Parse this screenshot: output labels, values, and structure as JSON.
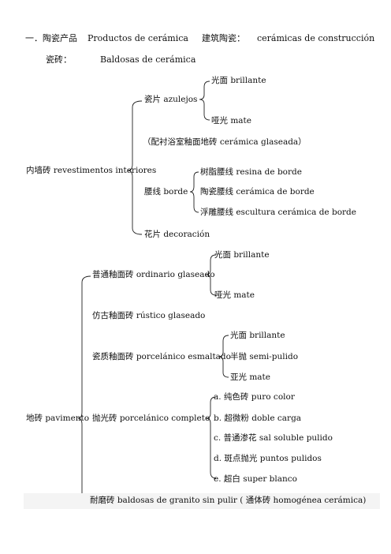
{
  "header": {
    "line1_prefix": "一．陶瓷产品",
    "line1_es": "Productos de cerámica",
    "line1_cat": "建筑陶瓷：",
    "line1_cat_es": "cerámicas de construcción",
    "line2_zh": "瓷砖：",
    "line2_es": "Baldosas de cerámica"
  },
  "wall": {
    "root": "内墙砖 revestimentos interiores",
    "tile": "瓷片 azulejos",
    "tile_children": [
      "光面 brillante",
      "哑光 mate"
    ],
    "note": "（配衬浴室釉面地砖 cerámica glaseada）",
    "border": "腰线 borde",
    "border_children": [
      "树脂腰线 resina de borde",
      "陶瓷腰线 cerámica de borde",
      "浮雕腰线 escultura cerámica de borde"
    ],
    "decoration": "花片 decoración"
  },
  "floor": {
    "root": "地砖 pavimento",
    "ordinary": "普通釉面砖 ordinario glaseado",
    "ordinary_children": [
      "光面 brillante",
      "哑光 mate"
    ],
    "rustic": "仿古釉面砖 rústico glaseado",
    "enamel": "瓷质釉面砖 porcelánico esmaltado",
    "enamel_children": [
      "光面 brillante",
      "半抛 semi-pulido",
      "亚光 mate"
    ],
    "polished": "抛光砖 porcelánico completo",
    "polished_children": [
      "a. 纯色砖 puro color",
      "b. 超微粉 doble carga",
      "c. 普通渗花 sal soluble pulido",
      "d. 斑点抛光 puntos pulidos",
      "e. 超白 super blanco"
    ],
    "granite": "耐磨砖 baldosas de granito sin pulir ( 通体砖 homogénea cerámica)"
  }
}
